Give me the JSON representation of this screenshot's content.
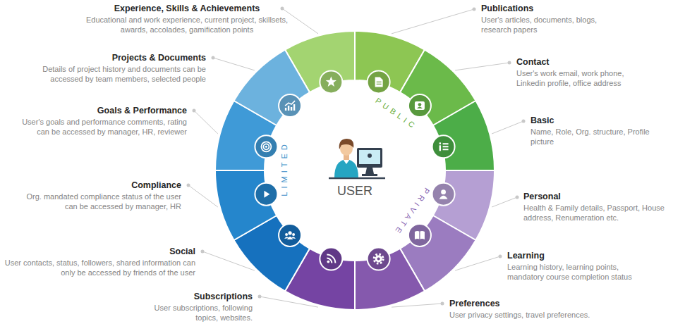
{
  "diagram": {
    "nodes": [
      {
        "text": [
          "Experience, Skills & Achievements",
          "Educational and work experience, current project, skillsets, awards, accolades, gamification points"
        ]
      },
      {
        "text": [
          "Publications",
          "User's articles, documents, blogs, research papers"
        ]
      },
      {
        "text": [
          "Contact",
          "User's work email, work phone, Linkedin profile, office address"
        ]
      },
      {
        "text": [
          "Basic",
          "Name, Role, Org. structure, Profile picture"
        ]
      },
      {
        "text": [
          "Personal",
          "Health & Family details, Passport, House address, Renumeration etc."
        ]
      },
      {
        "text": [
          "Learning",
          "Learning history, learning points, mandatory course completion status"
        ]
      },
      {
        "text": [
          "Preferences",
          "User privacy settings, travel preferences."
        ]
      },
      {
        "text": [
          "Subscriptions",
          "User subscriptions, following topics, websites."
        ]
      },
      {
        "text": [
          "Social",
          "User contacts, status, followers, shared information can only be accessed by friends of the user"
        ]
      },
      {
        "text": [
          "Compliance",
          "Org. mandated compliance status of the user can be accessed by manager, HR"
        ]
      },
      {
        "text": [
          "Goals & Performance",
          "User's goals and performance comments, rating can be accessed by manager, HR, reviewer"
        ]
      },
      {
        "text": [
          "Projects & Documents",
          "Details of project history and documents can be accessed by team members, selected people"
        ]
      }
    ],
    "labels": [
      "PUBLIC",
      "LIMITED",
      "PRIVATE",
      "USER"
    ]
  }
}
